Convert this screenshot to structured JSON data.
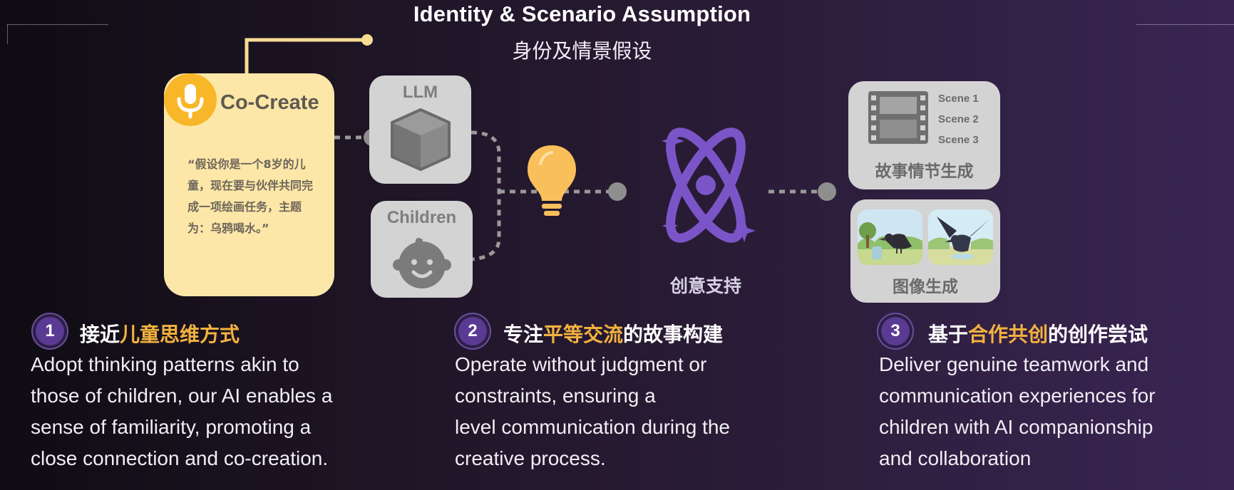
{
  "header": {
    "title_en": "Identity & Scenario Assumption",
    "title_zh": "身份及情景假设"
  },
  "cocreate": {
    "title": "Co-Create",
    "prompt": "“假设你是一个8岁的儿童，现在要与伙伴共同完成一项绘画任务，主题为：乌鸦喝水。”",
    "icon": "microphone-icon"
  },
  "roles": {
    "llm": "LLM",
    "children": "Children"
  },
  "center": {
    "support_label": "创意支持",
    "icons": [
      "lightbulb-icon",
      "atom-icon"
    ]
  },
  "outputs": {
    "scenes": [
      "Scene 1",
      "Scene 2",
      "Scene 3"
    ],
    "story_caption": "故事情节生成",
    "image_caption": "图像生成"
  },
  "columns": [
    {
      "number": "1",
      "heading_pre": "接近",
      "heading_hl": "儿童思维方式",
      "heading_post": "",
      "body": [
        "Adopt thinking patterns akin to",
        "those of children, our AI enables a",
        "sense of familiarity, promoting a",
        "close connection and co-creation."
      ]
    },
    {
      "number": "2",
      "heading_pre": "专注",
      "heading_hl": "平等交流",
      "heading_post": "的故事构建",
      "body": [
        "Operate without judgment or",
        "constraints, ensuring a",
        "level communication during the",
        "creative process."
      ]
    },
    {
      "number": "3",
      "heading_pre": "基于",
      "heading_hl": "合作共创",
      "heading_post": "的创作尝试",
      "body": [
        "Deliver genuine teamwork and",
        "communication experiences for",
        "children with AI companionship",
        "and collaboration"
      ]
    }
  ],
  "colors": {
    "accent_yellow": "#f7b729",
    "highlight_orange": "#f3b23f",
    "atom_purple": "#7b55c8",
    "card_grey": "#d3d3d3",
    "card_cream": "#fde7a8"
  }
}
